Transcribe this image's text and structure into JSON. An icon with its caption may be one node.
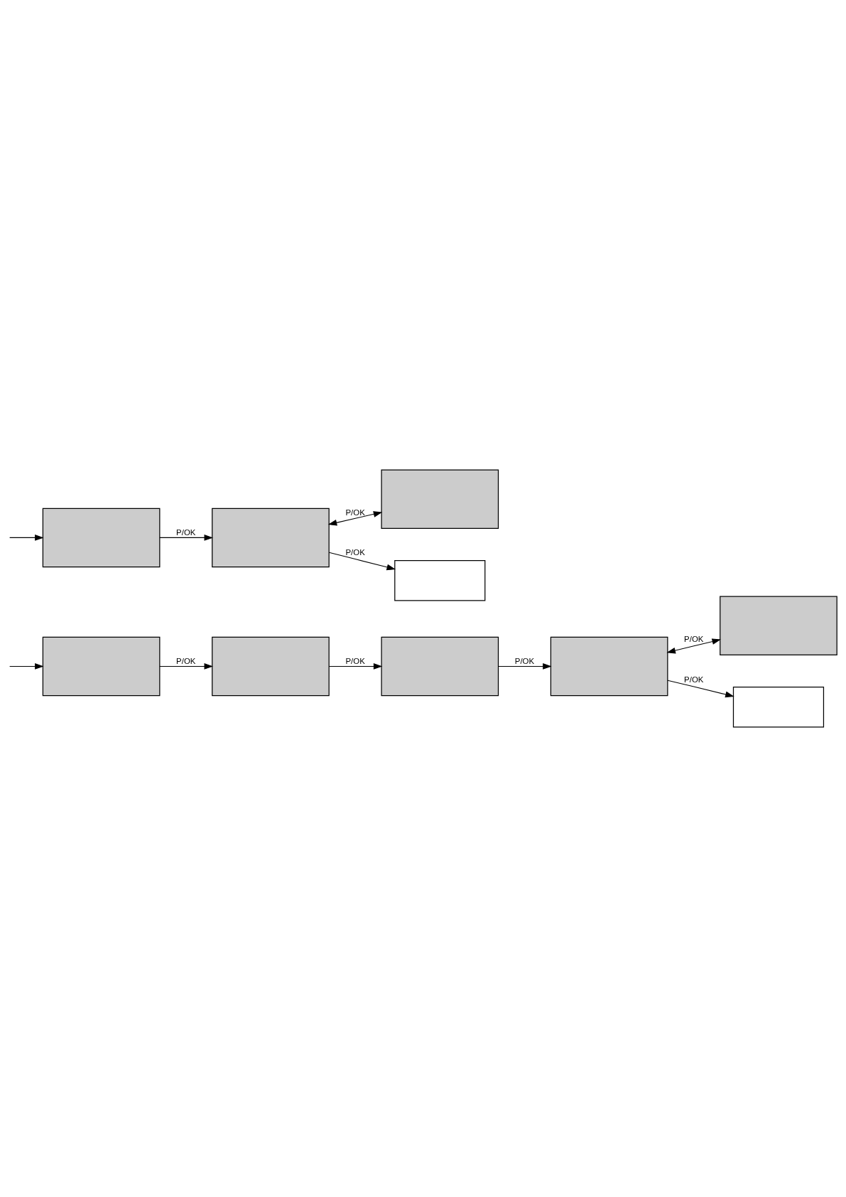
{
  "diagram": {
    "nodes": [
      {
        "text": [],
        "shape": "box"
      },
      {
        "text": [],
        "shape": "box"
      },
      {
        "text": [],
        "shape": "box"
      },
      {
        "text": [],
        "shape": "box"
      },
      {
        "text": [],
        "shape": "box"
      },
      {
        "text": [],
        "shape": "box"
      },
      {
        "text": [],
        "shape": "box"
      },
      {
        "text": [],
        "shape": "box"
      },
      {
        "text": [],
        "shape": "box"
      },
      {
        "text": [],
        "shape": "box"
      }
    ],
    "edges": [
      {
        "from": null,
        "to": 0,
        "arrow": "to"
      },
      {
        "from": 0,
        "to": 1,
        "arrow": "to",
        "label": "P/OK"
      },
      {
        "from": 1,
        "to": 2,
        "arrow": "to",
        "label": "P/OK"
      },
      {
        "from": 2,
        "to": 3,
        "arrow": "to",
        "label": "P/OK"
      },
      {
        "from": 3,
        "to": 4,
        "arrow": "both",
        "label": "P/OK"
      },
      {
        "from": 3,
        "to": 5,
        "arrow": "to",
        "label": "P/OK"
      },
      {
        "from": null,
        "to": 6,
        "arrow": "to"
      },
      {
        "from": 6,
        "to": 7,
        "arrow": "to",
        "label": "P/OK"
      },
      {
        "from": 7,
        "to": 8,
        "arrow": "both",
        "label": "P/OK"
      },
      {
        "from": 7,
        "to": 9,
        "arrow": "to",
        "label": "P/OK"
      }
    ]
  }
}
